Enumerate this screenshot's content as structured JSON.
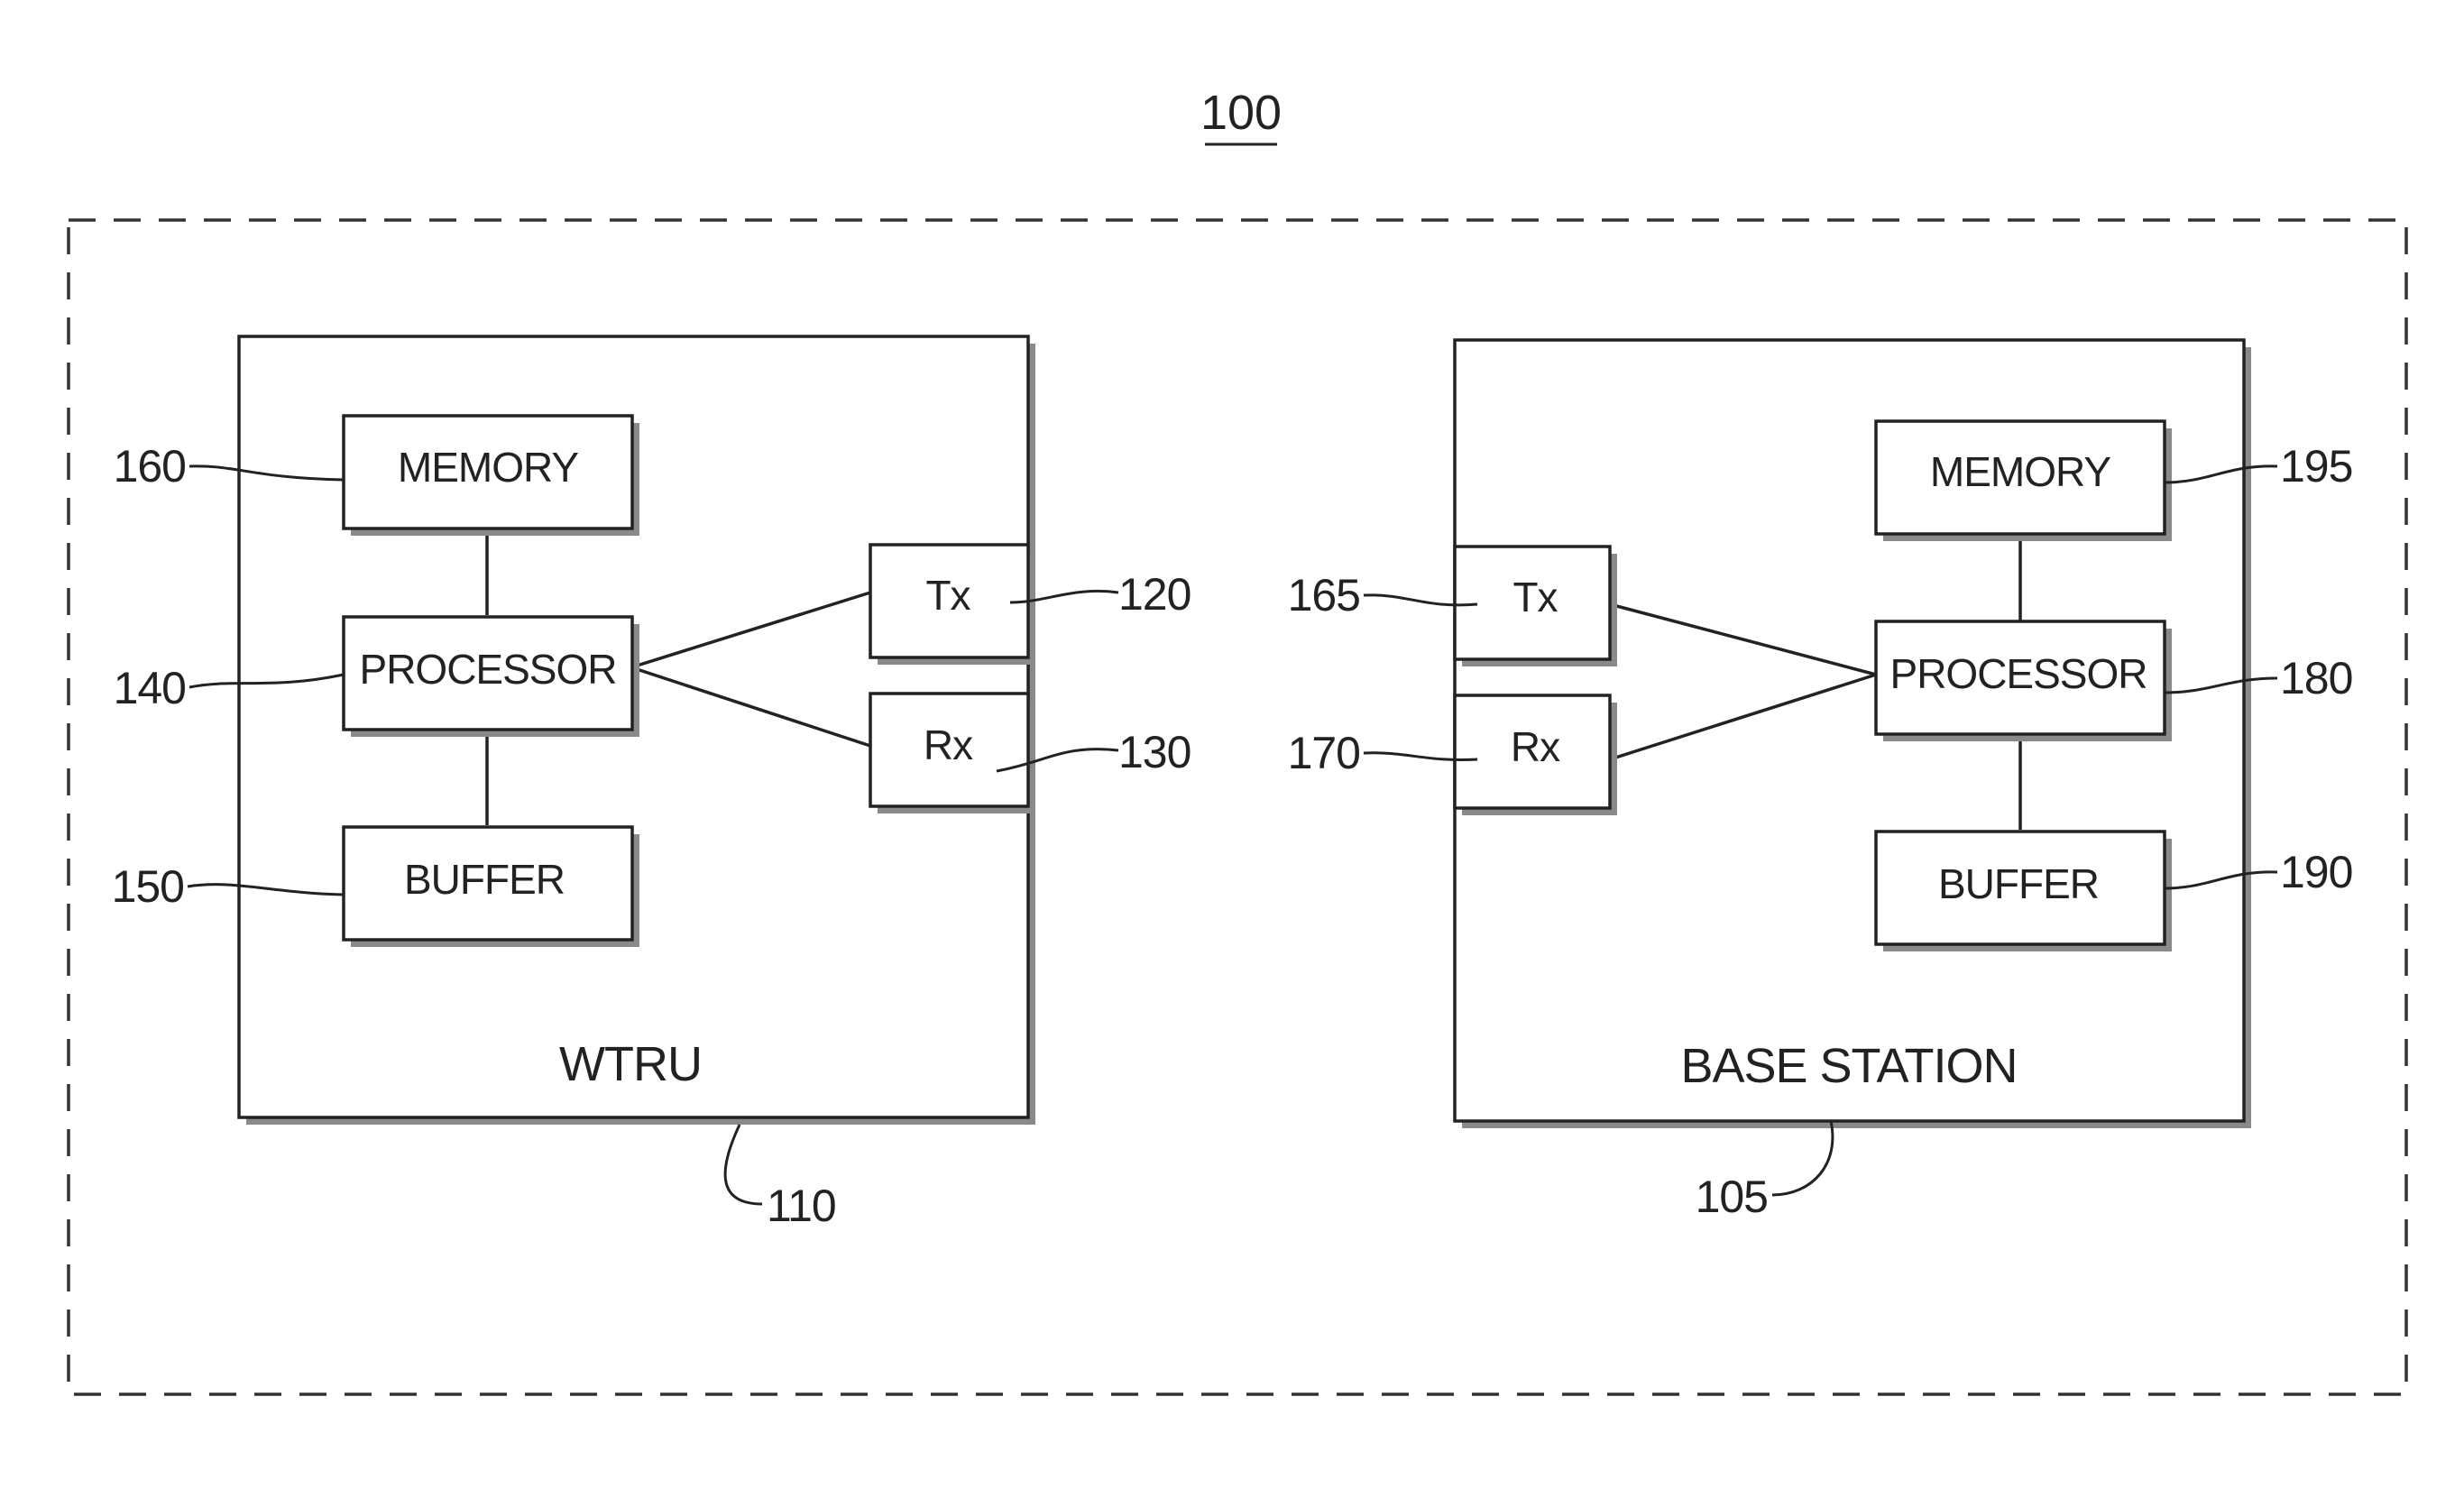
{
  "figure": {
    "number": "100"
  },
  "wtru": {
    "label": "WTRU",
    "ref": "110",
    "memory": {
      "label": "MEMORY",
      "ref": "160"
    },
    "processor": {
      "label": "PROCESSOR",
      "ref": "140"
    },
    "buffer": {
      "label": "BUFFER",
      "ref": "150"
    },
    "tx": {
      "label": "Tx",
      "ref": "120"
    },
    "rx": {
      "label": "Rx",
      "ref": "130"
    }
  },
  "base_station": {
    "label": "BASE STATION",
    "ref": "105",
    "memory": {
      "label": "MEMORY",
      "ref": "195"
    },
    "processor": {
      "label": "PROCESSOR",
      "ref": "180"
    },
    "buffer": {
      "label": "BUFFER",
      "ref": "190"
    },
    "tx": {
      "label": "Tx",
      "ref": "165"
    },
    "rx": {
      "label": "Rx",
      "ref": "170"
    }
  }
}
